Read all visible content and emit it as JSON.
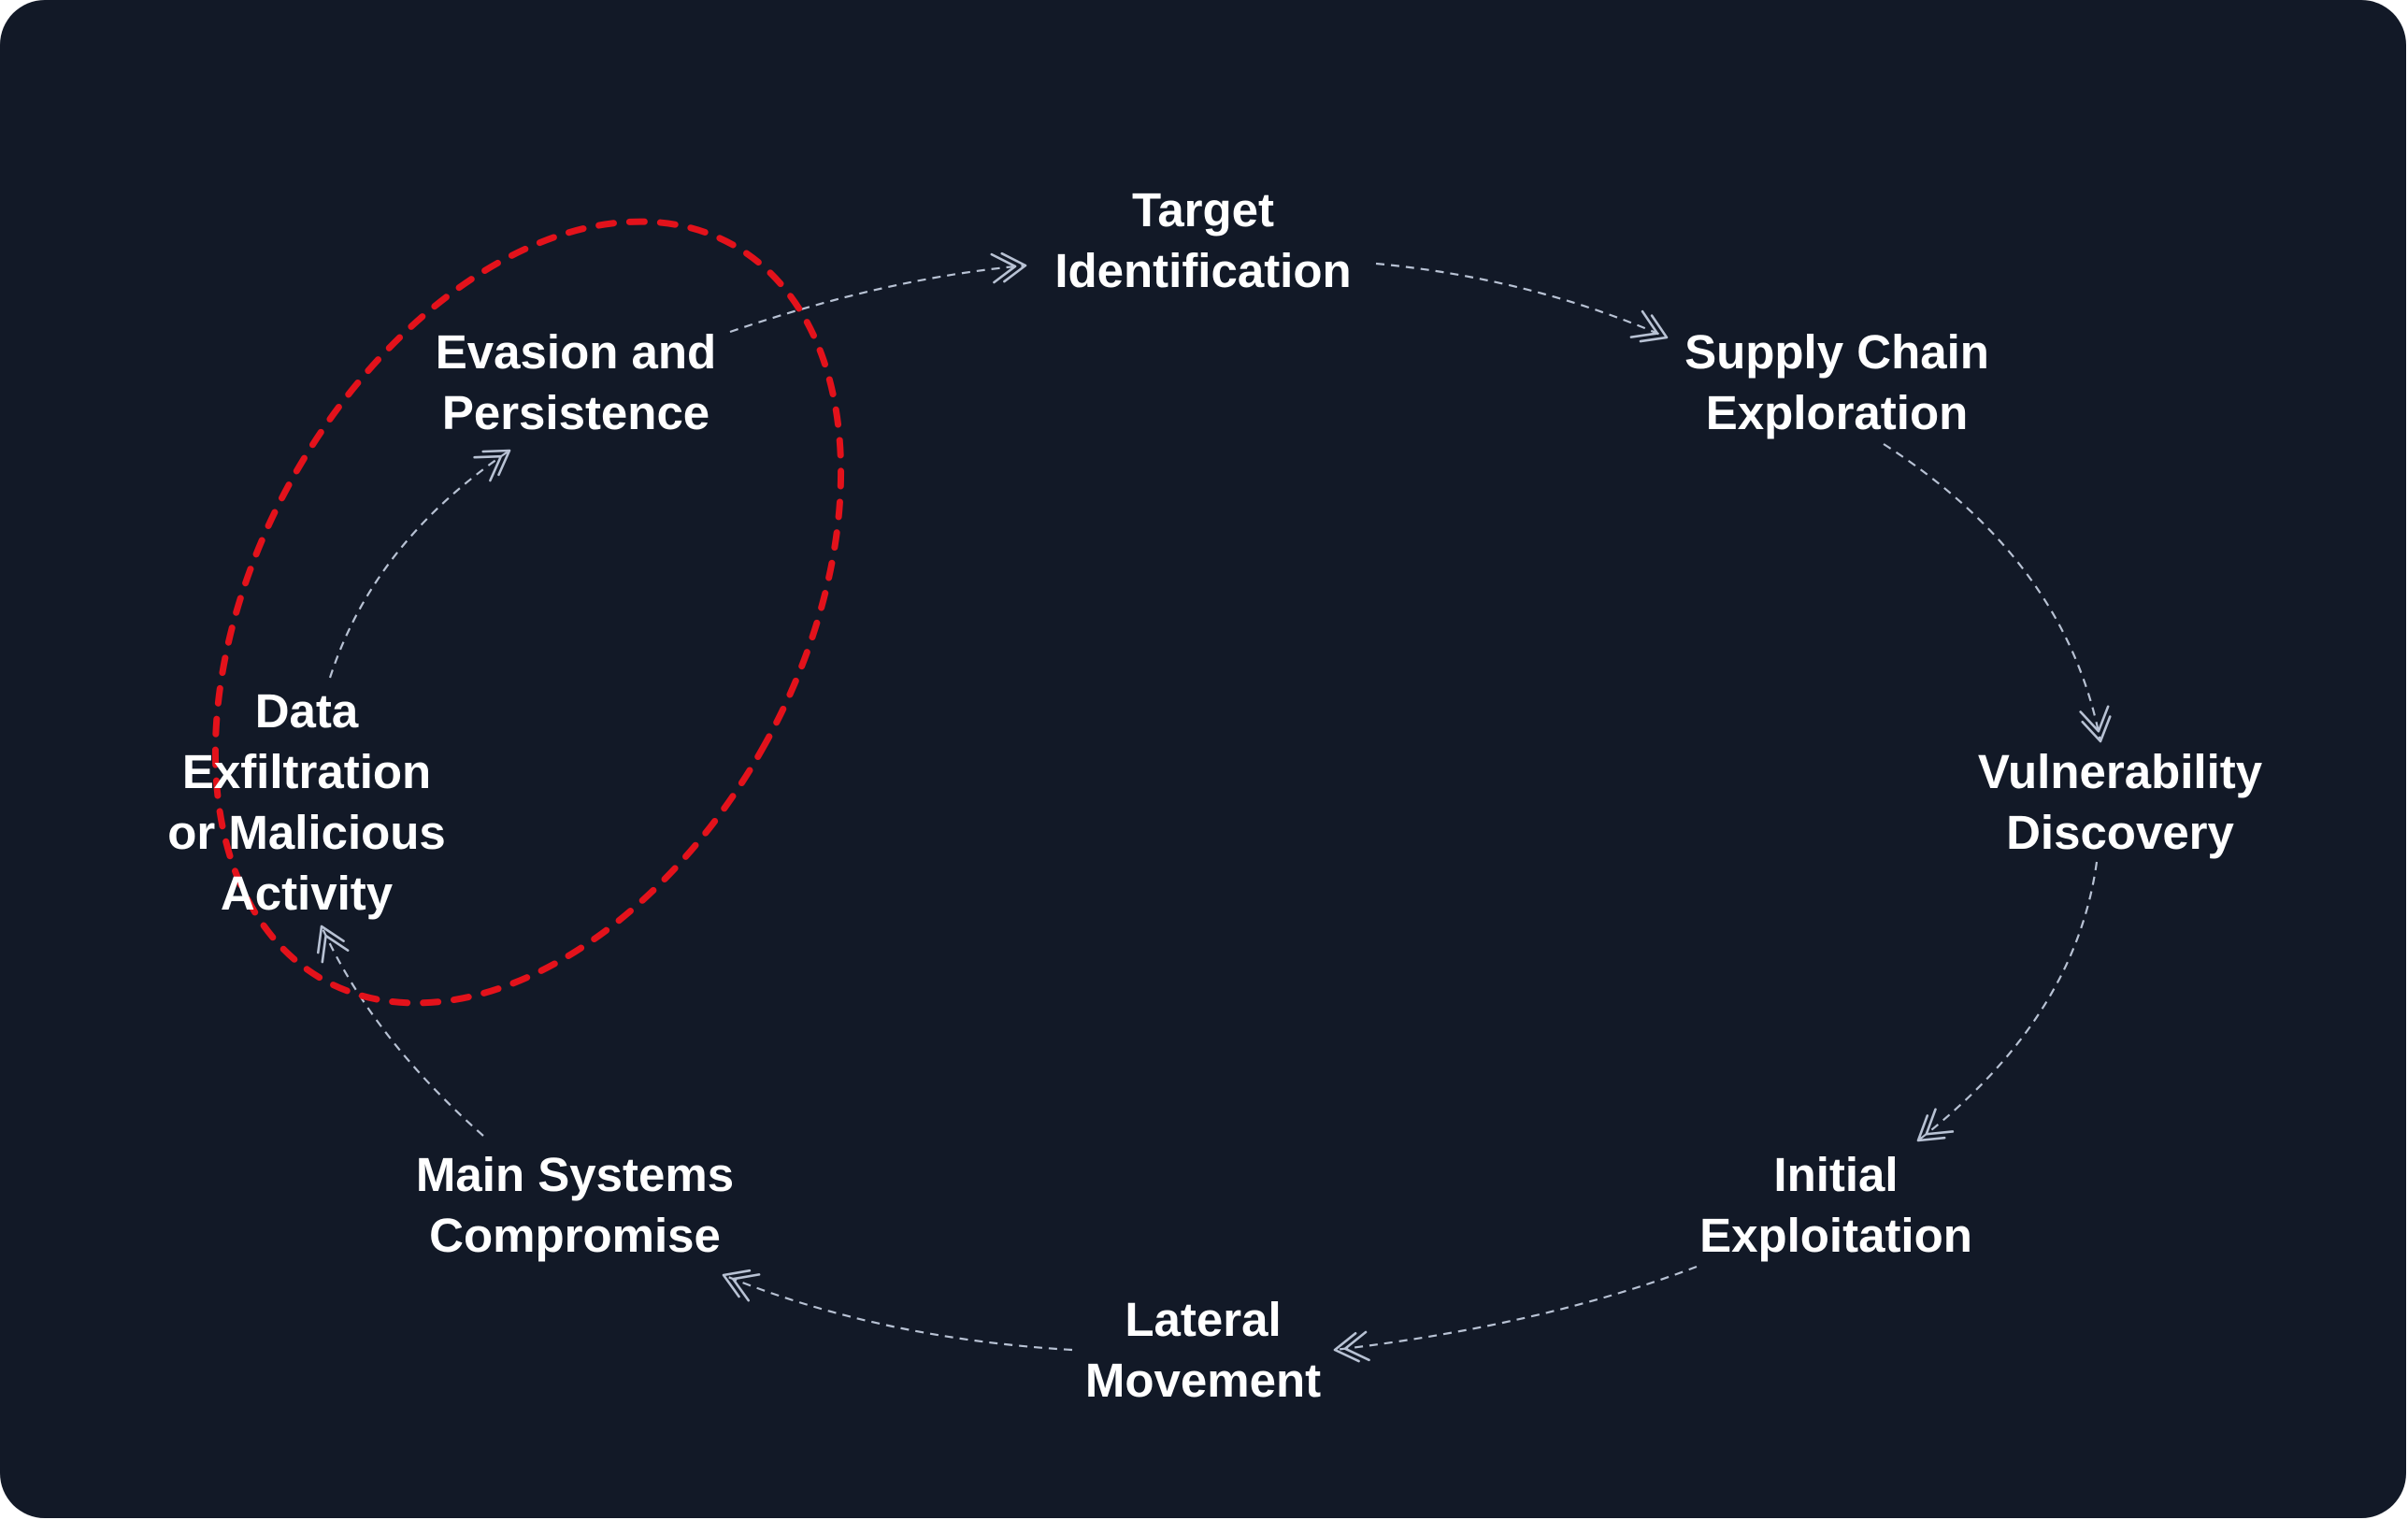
{
  "colors": {
    "background": "#121927",
    "text": "#ffffff",
    "connector": "#b8c2d4",
    "highlight": "#e3121b"
  },
  "stages": [
    {
      "id": "target-identification",
      "lines": [
        "Target",
        "Identification"
      ]
    },
    {
      "id": "supply-chain-exploration",
      "lines": [
        "Supply Chain",
        "Exploration"
      ]
    },
    {
      "id": "vulnerability-discovery",
      "lines": [
        "Vulnerability",
        "Discovery"
      ]
    },
    {
      "id": "initial-exploitation",
      "lines": [
        "Initial",
        "Exploitation"
      ]
    },
    {
      "id": "lateral-movement",
      "lines": [
        "Lateral",
        "Movement"
      ]
    },
    {
      "id": "main-systems-compromise",
      "lines": [
        "Main Systems",
        "Compromise"
      ]
    },
    {
      "id": "data-exfiltration",
      "lines": [
        "Data",
        "Exfiltration",
        "or Malicious",
        "Activity"
      ]
    },
    {
      "id": "evasion-and-persistence",
      "lines": [
        "Evasion and",
        "Persistence"
      ]
    }
  ],
  "highlight": {
    "style": "dashed-red-ellipse",
    "stages": [
      "evasion-and-persistence",
      "data-exfiltration"
    ]
  }
}
